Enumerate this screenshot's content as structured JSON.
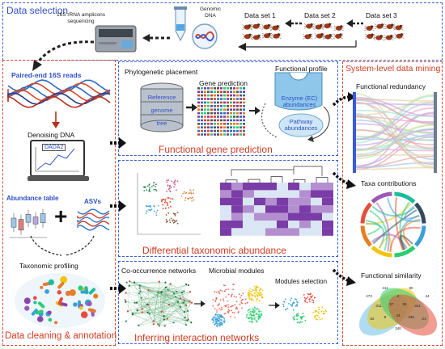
{
  "sections": {
    "data_selection": "Data selection",
    "cleaning": "Data cleaning & annotation",
    "functional": "Functional gene prediction",
    "differential": "Differential taxonomic abundance",
    "interaction": "Inferring interaction networks",
    "system": "System-level data mining"
  },
  "data_selection": {
    "sequencer": "16S rRNA amplicons\nsequencing",
    "dna": "Genomic\nDNA",
    "set1": "Data set 1",
    "set2": "Data set 2",
    "set3": "Data set 3"
  },
  "cleaning": {
    "reads": "Paired-end 16S reads",
    "denoise": "Denoising DNA",
    "dada2": "DADA2",
    "abundance_table": "Abundance table",
    "plus": "+",
    "asvs": "ASVs",
    "profiling": "Taxonomic profiling"
  },
  "functional": {
    "phylo": "Phylogenetic placement",
    "reference": "Reference",
    "genome": "genome",
    "tree": "tree",
    "gene_pred": "Gene prediction",
    "func_profile": "Functional profile",
    "enzyme": "Enzyme (EC)\nabundances",
    "pathway": "Pathway\nabundances"
  },
  "interaction": {
    "cooc": "Co-occurrence networks",
    "modules": "Microbial modules",
    "selection": "Modules selection"
  },
  "system": {
    "redundancy": "Functional redundancy",
    "contributions": "Taxa contributions",
    "similarity": "Functional similarity"
  },
  "venn_values": [
    "473",
    "411",
    "90",
    "44",
    "2",
    "311",
    "57",
    "35",
    "341",
    "62",
    "9",
    "44",
    "345",
    "21",
    "340"
  ],
  "colors": {
    "blue": "#3b5bd6",
    "red": "#d9442e",
    "title": "#d23a1f"
  }
}
